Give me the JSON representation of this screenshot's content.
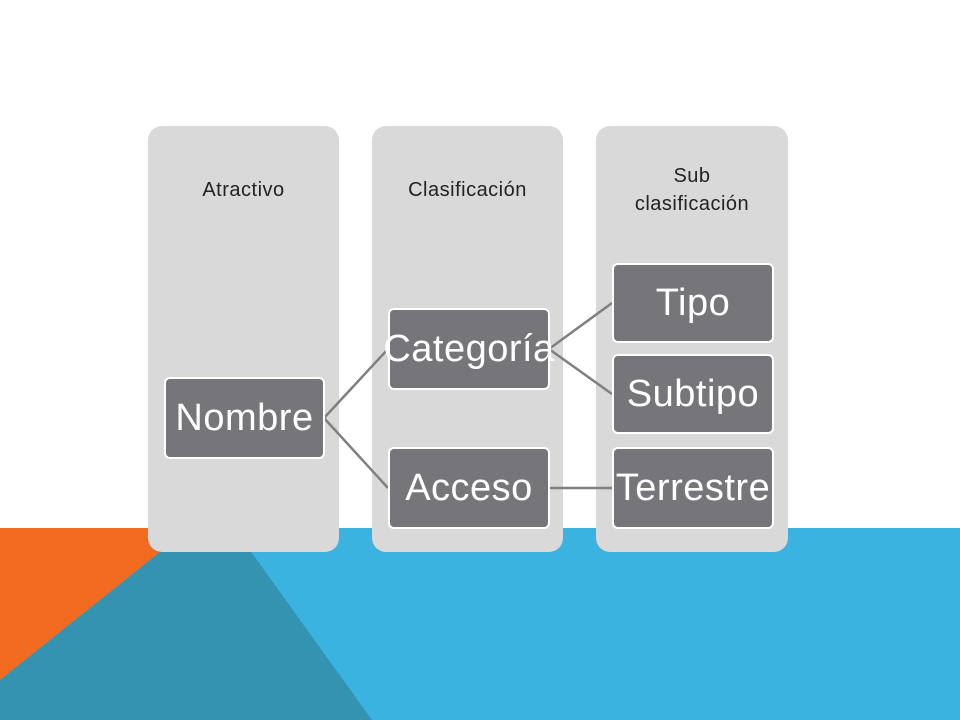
{
  "slide": {
    "colors": {
      "orange": "#f26b21",
      "blue": "#3ab3e0",
      "teal": "#3593b2",
      "column": "#d9d9d9",
      "node": "#76767a",
      "connector": "#7f7f7f"
    }
  },
  "diagram": {
    "columns": [
      {
        "header": "Atractivo"
      },
      {
        "header": "Clasificación"
      },
      {
        "header_line1": "Sub",
        "header_line2": "clasificación"
      }
    ],
    "nodes": {
      "nombre": "Nombre",
      "categoria": "Categoría",
      "acceso": "Acceso",
      "tipo": "Tipo",
      "subtipo": "Subtipo",
      "terrestre": "Terrestre"
    }
  }
}
